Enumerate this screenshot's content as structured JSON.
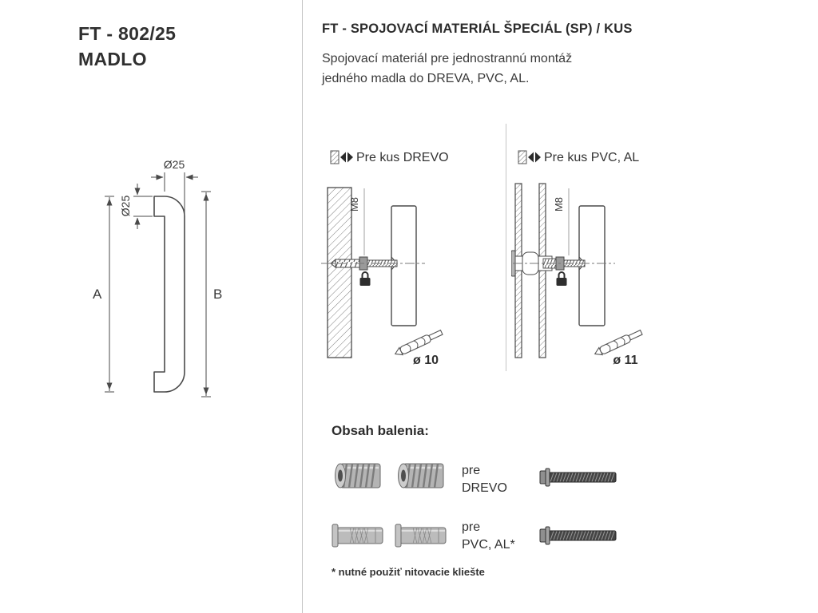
{
  "product": {
    "code": "FT - 802/25",
    "name": "MADLO"
  },
  "drawing": {
    "dim_top": "Ø25",
    "dim_side": "Ø25",
    "dim_a": "A",
    "dim_b": "B"
  },
  "spec": {
    "title": "FT - SPOJOVACÍ MATERIÁL ŠPECIÁL (SP) / KUS",
    "desc1": "Spojovací materiál pre jednostrannú montáž",
    "desc2": "jedného madla do DREVA, PVC, AL.",
    "variant_wood": {
      "label": "Pre kus DREVO",
      "thread": "M8",
      "drill": "ø 10"
    },
    "variant_pvc": {
      "label": "Pre kus PVC, AL",
      "thread": "M8",
      "drill": "ø 11"
    }
  },
  "package": {
    "title": "Obsah balenia:",
    "wood_label1": "pre",
    "wood_label2": "DREVO",
    "pvc_label1": "pre",
    "pvc_label2": "PVC, AL*",
    "footnote": "* nutné použiť nitovacie kliešte"
  },
  "colors": {
    "text": "#3a3a3a",
    "line": "#4a4a4a",
    "divider": "#c4c4c4"
  }
}
